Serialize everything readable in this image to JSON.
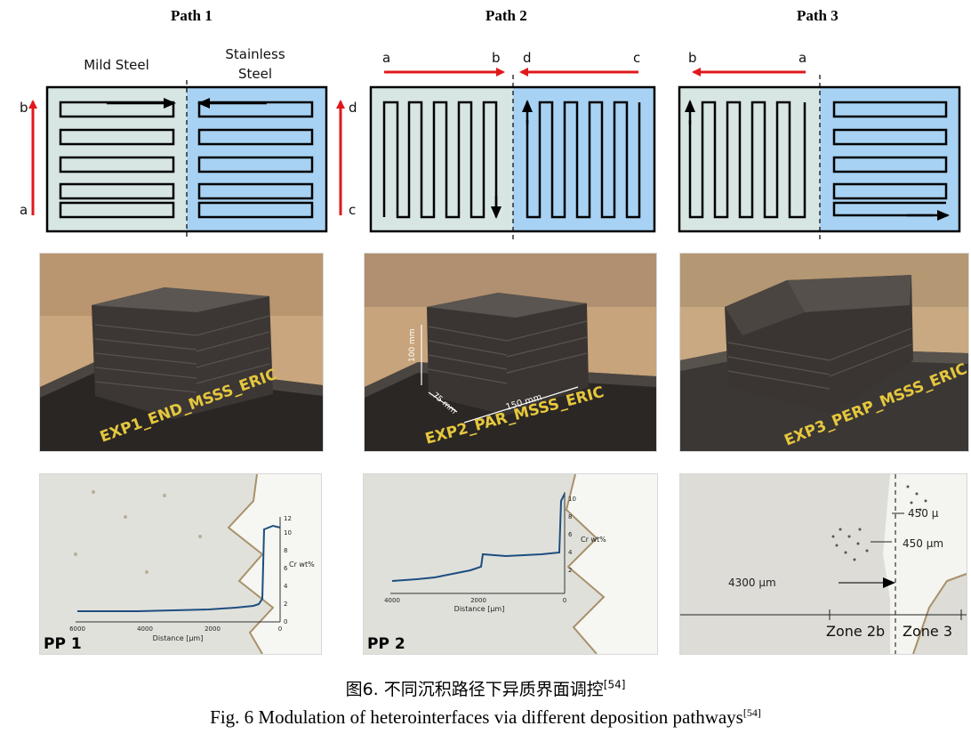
{
  "paths": [
    {
      "title": "Path 1",
      "left_label": "Mild Steel",
      "right_label": "Stainless Steel",
      "corner_labels": {
        "a": "a",
        "b": "b",
        "c": "c",
        "d": "d"
      }
    },
    {
      "title": "Path 2",
      "corner_labels": {
        "a": "a",
        "b": "b",
        "c": "c",
        "d": "d"
      }
    },
    {
      "title": "Path 3",
      "corner_labels": {
        "a": "a",
        "b": "b"
      }
    }
  ],
  "photos": [
    {
      "label": "EXP1_END_MSSS_ERIC"
    },
    {
      "label": "EXP2_PAR_MSSS_ERIC",
      "dim_height": "100 mm",
      "dim_depth": "75 mm",
      "dim_length": "150 mm"
    },
    {
      "label": "EXP3_PERP_MSSS_ERIC"
    }
  ],
  "micrographs": [
    {
      "panel_label": "PP 1",
      "xlabel": "Distance [μm]",
      "ylabel": "Cr wt%",
      "xticks": [
        "6000",
        "4000",
        "2000",
        "0"
      ],
      "yticks": [
        "0",
        "2",
        "4",
        "6",
        "8",
        "10",
        "12"
      ]
    },
    {
      "panel_label": "PP 2",
      "xlabel": "Distance [μm]",
      "ylabel": "Cr wt%",
      "xticks": [
        "4000",
        "2000",
        "0"
      ],
      "yticks": [
        "2",
        "4",
        "6",
        "8",
        "10"
      ]
    },
    {
      "dist_main": "4300 μm",
      "dist_1": "450 μm",
      "dist_2": "450 μ",
      "zone_left": "Zone 2b",
      "zone_right": "Zone 3"
    }
  ],
  "caption": {
    "zh_text": "图6. 不同沉积路径下异质界面调控",
    "en_text": "Fig. 6 Modulation of heterointerfaces via different deposition pathways",
    "ref": "[54]"
  },
  "colors": {
    "mild_steel": "#d7e6e3",
    "stainless_steel": "#a8d2f3",
    "arrow_red": "#e0181b",
    "profile_line": "#1c4e80"
  }
}
